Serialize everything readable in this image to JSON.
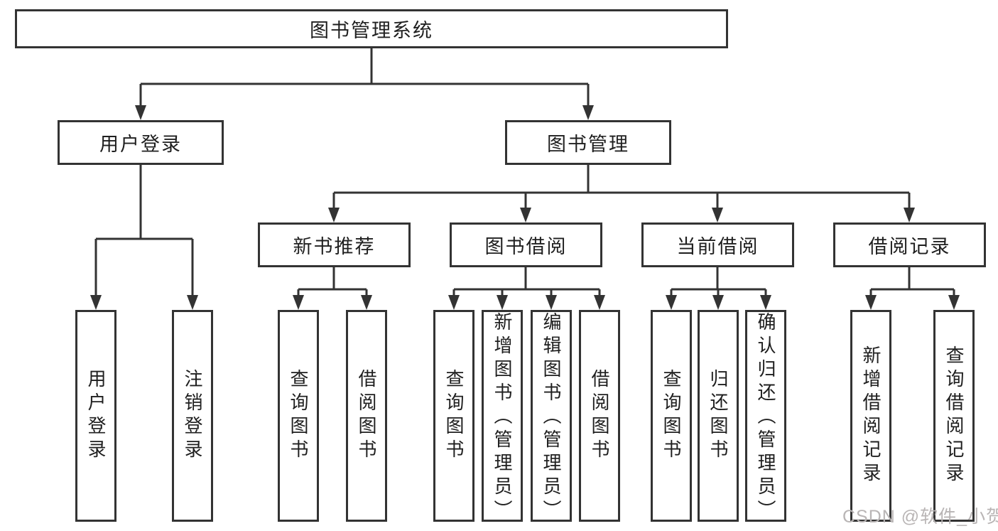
{
  "tree": {
    "root": {
      "label": "图书管理系统"
    },
    "branches": [
      {
        "label": "用户登录",
        "children": [
          {
            "label": "用户登录"
          },
          {
            "label": "注销登录"
          }
        ]
      },
      {
        "label": "图书管理",
        "children": [
          {
            "label": "新书推荐",
            "children": [
              {
                "label": "查询图书"
              },
              {
                "label": "借阅图书"
              }
            ]
          },
          {
            "label": "图书借阅",
            "children": [
              {
                "label": "查询图书"
              },
              {
                "label": "新增图书（管理员）"
              },
              {
                "label": "编辑图书（管理员）"
              },
              {
                "label": "借阅图书"
              }
            ]
          },
          {
            "label": "当前借阅",
            "children": [
              {
                "label": "查询图书"
              },
              {
                "label": "归还图书"
              },
              {
                "label": "确认归还（管理员）"
              }
            ]
          },
          {
            "label": "借阅记录",
            "children": [
              {
                "label": "新增借阅记录"
              },
              {
                "label": "查询借阅记录"
              }
            ]
          }
        ]
      }
    ]
  },
  "line_color": "#333333",
  "watermark": "CSDN @软件_小贺同学"
}
